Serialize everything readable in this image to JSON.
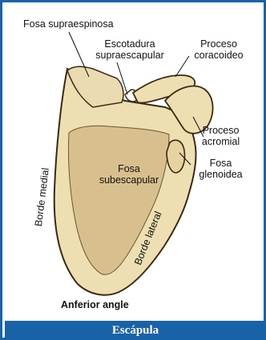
{
  "figure": {
    "caption": "Escápula",
    "labels": {
      "fosa_supraespinosa": "Fosa supraespinosa",
      "escotadura_line1": "Escotadura",
      "escotadura_line2": "supraescapular",
      "coracoideo_line1": "Proceso",
      "coracoideo_line2": "coracoideo",
      "acromial_line1": "Proceso",
      "acromial_line2": "acromial",
      "glenoidea_line1": "Fosa",
      "glenoidea_line2": "glenoidea",
      "subescapular_line1": "Fosa",
      "subescapular_line2": "subescapular",
      "borde_medial": "Borde medial",
      "borde_lateral": "Borde lateral",
      "anterior_angle": "Anferior angle"
    },
    "colors": {
      "frame": "#1a62a8",
      "bone": "#eedfb2",
      "fossa": "#d8c08e",
      "outline": "#3a2a12"
    }
  }
}
